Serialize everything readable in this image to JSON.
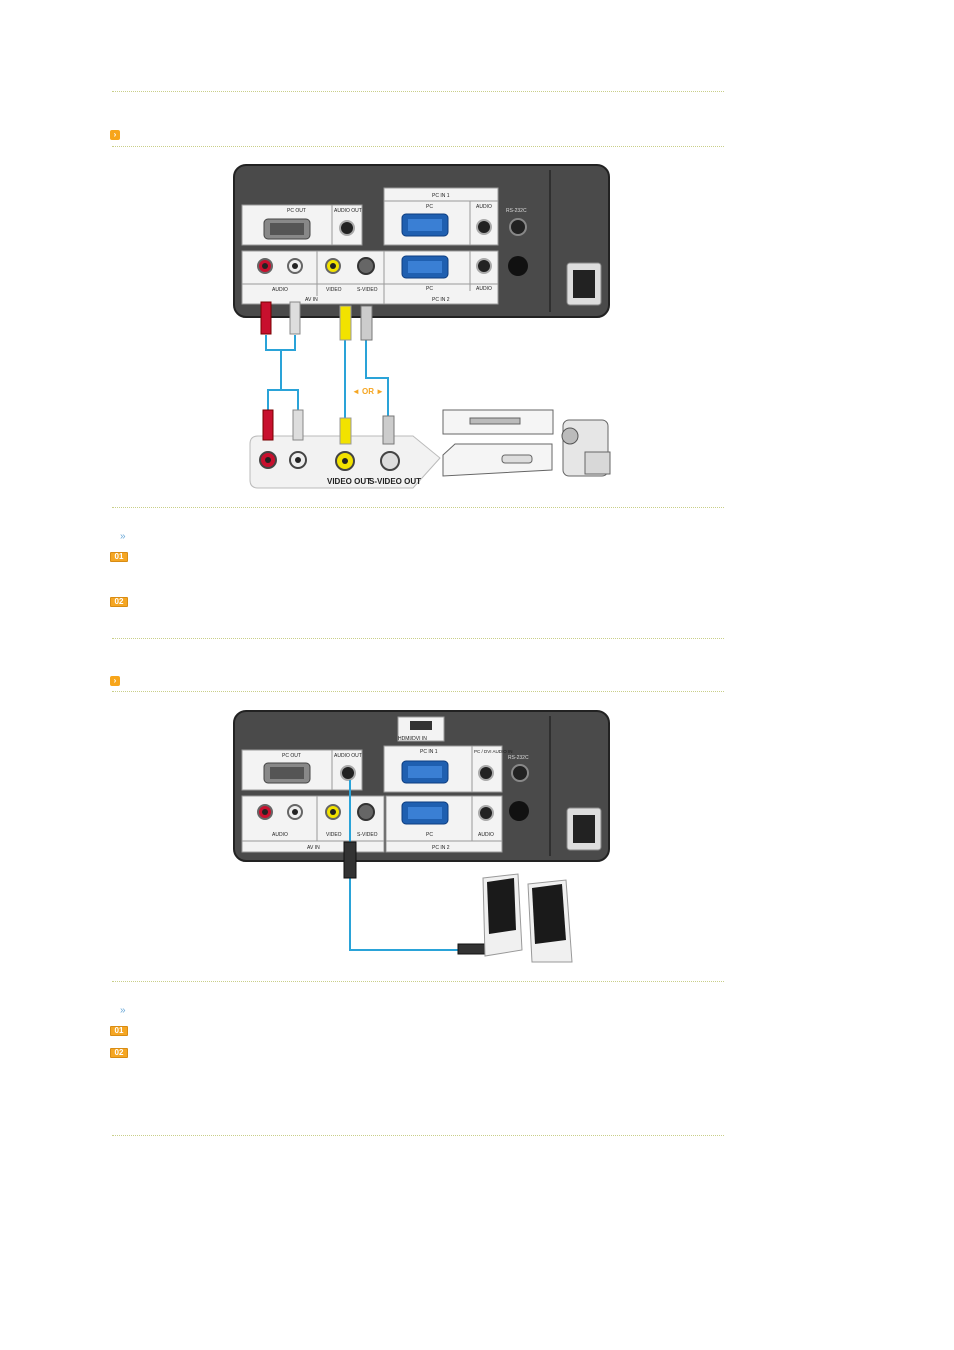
{
  "section1": {
    "diagram_labels": {
      "pc_out": "PC OUT",
      "audio_out": "AUDIO OUT",
      "pc_in_1": "PC IN 1",
      "pc": "PC",
      "audio": "AUDIO",
      "rs232c": "RS-232C",
      "audio_lr": "AUDIO",
      "av_in": "AV IN",
      "video": "VIDEO",
      "s_video": "S-VIDEO",
      "pc_in_2": "PC IN 2",
      "pc2": "PC",
      "audio2": "AUDIO",
      "or": "OR",
      "video_out": "VIDEO OUT",
      "s_video_out": "S-VIDEO OUT"
    },
    "steps": [
      "01",
      "02"
    ]
  },
  "section2": {
    "diagram_labels": {
      "hdmi": "HDMI/DVI IN",
      "pc_out": "PC OUT",
      "audio_out": "AUDIO OUT",
      "pc_in_1": "PC IN 1",
      "pc_hdmi_audio": "PC / DVI AUDIO IN",
      "rs232c": "RS-232C",
      "audio": "AUDIO",
      "video": "VIDEO",
      "s_video": "S-VIDEO",
      "av_in": "AV IN",
      "pc": "PC",
      "audio2": "AUDIO",
      "pc_in_2": "PC IN 2"
    },
    "steps": [
      "01",
      "02"
    ]
  },
  "colors": {
    "accent": "#f5a623",
    "cable": "#2aa3d8",
    "panel": "#4a4a4a",
    "vga": "#1f5fb0",
    "yellow": "#f2e200",
    "red": "#c8102e"
  }
}
